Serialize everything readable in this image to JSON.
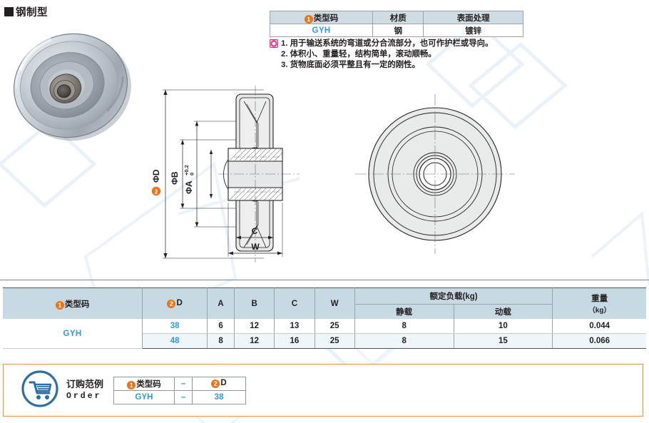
{
  "page": {
    "title": "钢制型",
    "title_square_icon": "filled-square-icon"
  },
  "product_photo": {
    "alt_name": "steel-groove-wheel-photo",
    "description": "镀锌钢制槽轮"
  },
  "material_table": {
    "headers": [
      "类型码",
      "材质",
      "表面处理"
    ],
    "header_marker": "1",
    "row": [
      "GYH",
      "钢",
      "镀锌"
    ]
  },
  "notes": {
    "bullet_icon": "pink-ring-bullet-icon",
    "items": [
      "1. 用于输送系统的弯道或分合流部分，也可作护栏或导向。",
      "2. 体积小、重量轻，结构简单，滚动顺畅。",
      "3. 货物底面必须平整且有一定的刚性。"
    ]
  },
  "drawing": {
    "section_view_name": "cross-section-view",
    "front_view_name": "front-circular-view",
    "labels": {
      "phi_a": "ΦA",
      "phi_a_tol_upper": "+0.2",
      "phi_a_tol_lower": "0",
      "phi_b": "ΦB",
      "phi_d": "ΦD",
      "phi_d_marker": "2",
      "c": "C",
      "w": "W"
    }
  },
  "spec_table": {
    "headers": {
      "type_code": "类型码",
      "type_code_marker": "1",
      "d": "D",
      "d_marker": "2",
      "a": "A",
      "b": "B",
      "c": "C",
      "w": "W",
      "load_group": "额定负载(kg)",
      "load_static": "静载",
      "load_dynamic": "动载",
      "weight": "重量",
      "weight_unit": "（kg）"
    },
    "rows": [
      {
        "type_code": "GYH",
        "d": "38",
        "a": "6",
        "b": "12",
        "c": "13",
        "w": "25",
        "load_static": "8",
        "load_dynamic": "10",
        "weight": "0.044"
      },
      {
        "type_code": "",
        "d": "48",
        "a": "8",
        "b": "12",
        "c": "16",
        "w": "25",
        "load_static": "8",
        "load_dynamic": "15",
        "weight": "0.066"
      }
    ]
  },
  "order_example": {
    "cart_icon": "shopping-cart-icon",
    "label_cn": "订购范例",
    "label_en": "Order",
    "headers": {
      "type_code": "类型码",
      "type_code_marker": "1",
      "dash": "–",
      "d": "D",
      "d_marker": "2"
    },
    "values": {
      "type_code": "GYH",
      "dash": "–",
      "d": "38"
    }
  },
  "colors": {
    "header_blue": "#c7dae4",
    "accent_blue": "#2b9bd9",
    "accent_orange": "#ee7219",
    "order_border": "#ef8b3d",
    "bullet_pink": "#e8308a",
    "alt_row": "#eef6fa"
  }
}
